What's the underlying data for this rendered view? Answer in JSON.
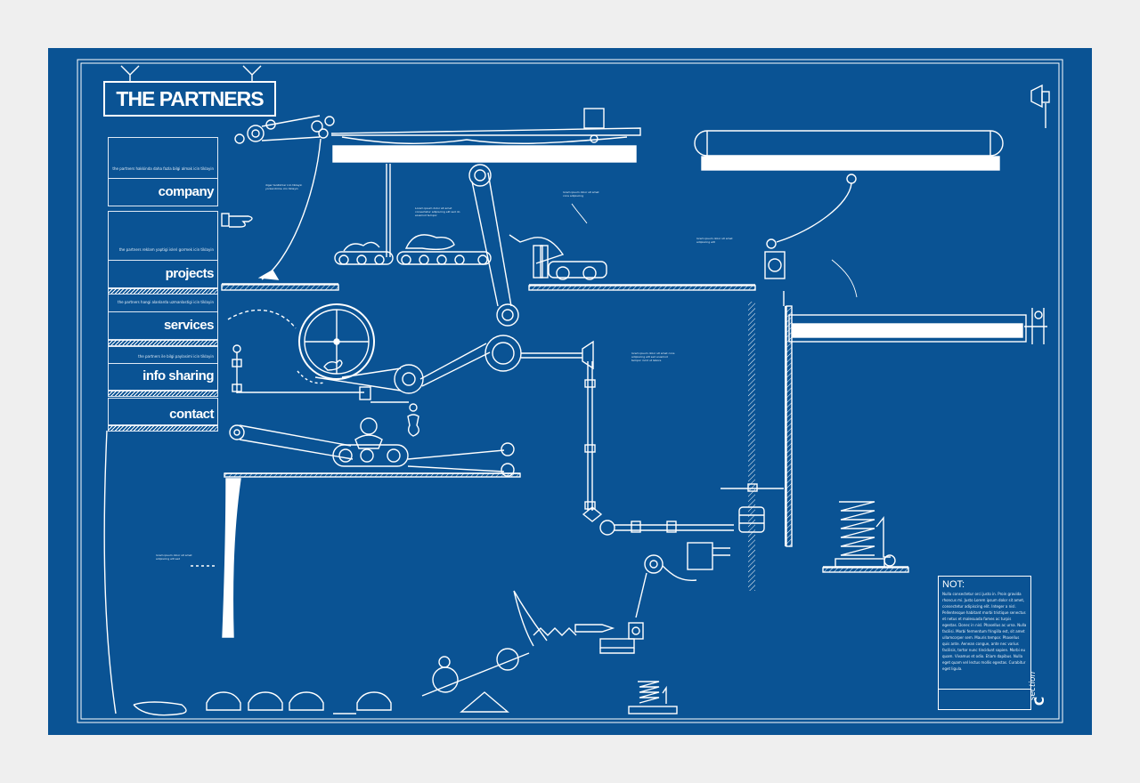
{
  "site": {
    "title": "THE PARTNERS"
  },
  "menu": [
    {
      "label": "company",
      "sub": "the partners hakkinda daha\nfazla bilgi almak icin tiklayin"
    },
    {
      "label": "projects",
      "sub": "the partners reklam yaptigi\nisleri gormek icin tiklayin"
    },
    {
      "label": "services",
      "sub": "the partners hangi alanlarda\nuzmanlastigi icin tiklayin"
    },
    {
      "label": "info sharing",
      "sub": "the partners ile bilgi paylasimi icin tiklayin"
    },
    {
      "label": "contact",
      "sub": ""
    }
  ],
  "annotations": {
    "a1": "diger tanitimlar icin tiklayin\nyonlendirme icin tiklayin",
    "a2": "Lorem ipsum dolor sit amet\nconsectetur adipiscing elit sed do\neiusmod tempor",
    "a3": "lorem ipsum dolor sit amet\ncons adipiscing",
    "a4": "lorem ipsum dolor sit amet\nadipiscing elit",
    "a5": "lorem ipsum dolor sit amet cons\nadipiscing elit sed eiusmod\ntempor incid ut labore",
    "a6": "lorem ipsum dolor sit amet\nadipiscing elit sed"
  },
  "note": {
    "title": "NOT:",
    "body": "Nulla consectetur orci justo in. Proin gravida rhoncus mi. Justo Lorem ipsum dolor sit amet, consectetur adipiscing elit. Integer a nisl. Pellentesque habitant morbi tristique senectus et netus et malesuada fames ac turpis egestas. Donec in nisl. Phasellus ac urna. Nulla facilisi. Morbi fermentum fringilla est, sit amet ullamcorper sem. Mauris tempor. Phasellus quis ante. Aenean congue, ante nec varius facilisis, tortor nunc tincidunt sapien. Morbi eu quam. Vivamus et odio. Etiam dapibus. Nulla eget quam vel lectus mollis egestas. Curabitur eget ligula."
  },
  "brand": {
    "text": "section",
    "mark": "C"
  },
  "icons": [
    "megaphone-icon",
    "hand-icon",
    "turtle-icon",
    "mouse-icon",
    "telephone-icon"
  ],
  "colors": {
    "blueprint": "#0a5394",
    "line": "#ffffff",
    "page": "#efefef"
  }
}
